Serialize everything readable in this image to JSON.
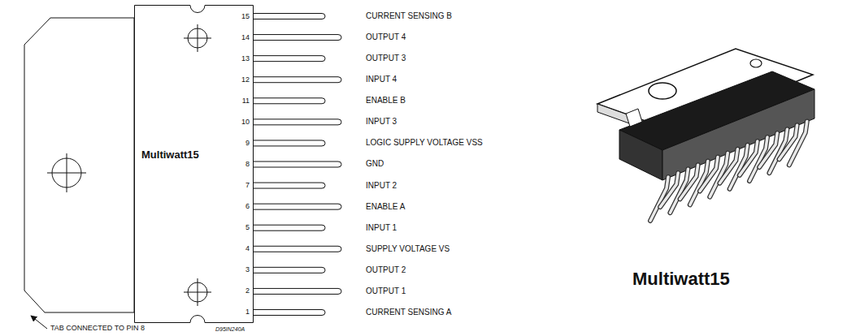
{
  "diagram": {
    "caption": "Multiwatt15",
    "nodes": [
      {
        "text": [
          "Multiwatt15"
        ]
      }
    ],
    "labels": [
      "15",
      "CURRENT SENSING B",
      "14",
      "OUTPUT 4",
      "13",
      "OUTPUT 3",
      "12",
      "INPUT 4",
      "11",
      "ENABLE B",
      "10",
      "INPUT 3",
      "9",
      "LOGIC SUPPLY VOLTAGE VSS",
      "8",
      "GND",
      "7",
      "INPUT 2",
      "6",
      "ENABLE A",
      "5",
      "INPUT 1",
      "4",
      "SUPPLY VOLTAGE VS",
      "3",
      "OUTPUT 2",
      "2",
      "OUTPUT 1",
      "1",
      "CURRENT SENSING A",
      "TAB CONNECTED TO PIN 8",
      "D95IN240A"
    ]
  }
}
